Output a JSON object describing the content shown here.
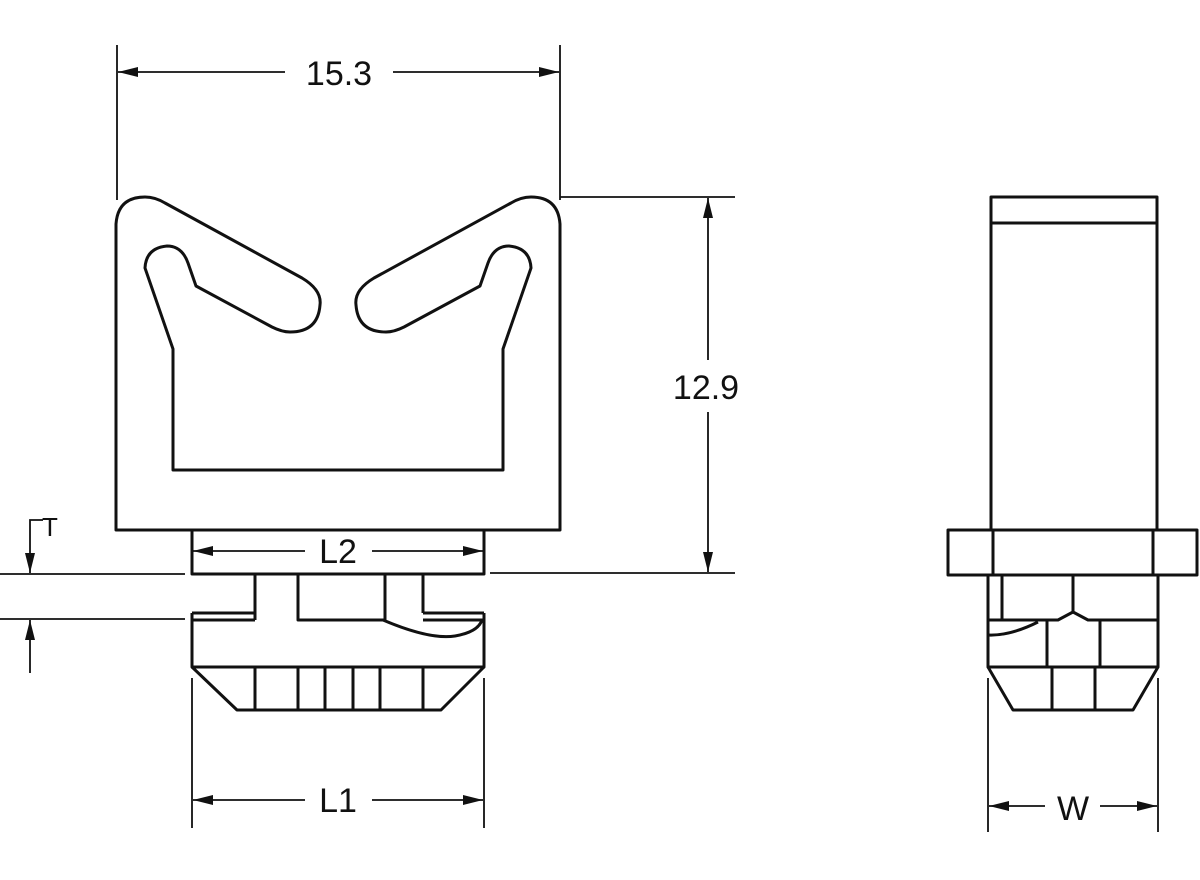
{
  "drawing": {
    "dimensions": {
      "width_overall": "15.3",
      "height_overall": "12.9",
      "l2": "L2",
      "l1": "L1",
      "t": "T",
      "w": "W"
    },
    "colors": {
      "line": "#111111",
      "background": "#ffffff"
    }
  }
}
